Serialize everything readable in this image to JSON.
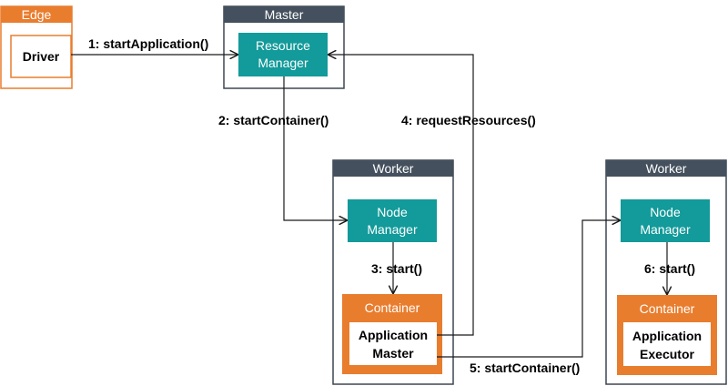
{
  "edge_node": {
    "title": "Edge",
    "driver": "Driver"
  },
  "master_node": {
    "title": "Master",
    "resource_manager": [
      "Resource",
      "Manager"
    ]
  },
  "worker1": {
    "title": "Worker",
    "node_manager": [
      "Node",
      "Manager"
    ],
    "container_title": "Container",
    "app": [
      "Application",
      "Master"
    ]
  },
  "worker2": {
    "title": "Worker",
    "node_manager": [
      "Node",
      "Manager"
    ],
    "container_title": "Container",
    "app": [
      "Application",
      "Executor"
    ]
  },
  "edges": {
    "e1": "1: startApplication()",
    "e2": "2: startContainer()",
    "e3": "3: start()",
    "e4": "4: requestResources()",
    "e5": "5: startContainer()",
    "e6": "6: start()"
  },
  "colors": {
    "orange": "#e97d2e",
    "teal": "#139a9a",
    "header_dark": "#44505d",
    "frame_border": "#3d4752"
  }
}
